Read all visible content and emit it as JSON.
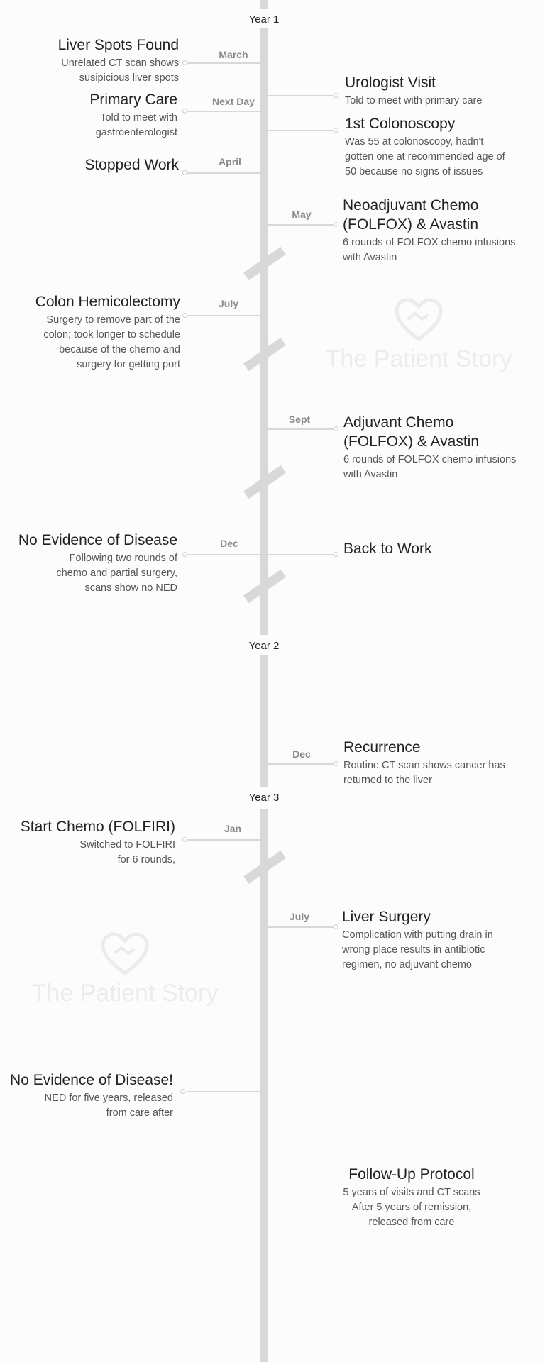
{
  "years": [
    "Year 1",
    "Year 2",
    "Year 3"
  ],
  "months": [
    "March",
    "Next Day",
    "April",
    "May",
    "July",
    "Sept",
    "Dec",
    "Dec",
    "Jan",
    "July"
  ],
  "events_left": [
    {
      "title": "Liver Spots Found",
      "desc": "Unrelated CT scan shows\nsusipicious liver spots"
    },
    {
      "title": "Primary Care",
      "desc": "Told to meet with\ngastroenterologist"
    },
    {
      "title": "Stopped Work",
      "desc": ""
    },
    {
      "title": "Colon Hemicolectomy",
      "desc": "Surgery to remove part of the\ncolon; took longer to schedule\nbecause of the chemo and\nsurgery for getting port"
    },
    {
      "title": "No Evidence of Disease",
      "desc": "Following two rounds of\nchemo and partial surgery,\nscans show no NED"
    },
    {
      "title": "Start Chemo (FOLFIRI)",
      "desc": "Switched to FOLFIRI\nfor 6 rounds,"
    },
    {
      "title": "No Evidence of Disease!",
      "desc": "NED for five years, released\nfrom care after"
    }
  ],
  "events_right": [
    {
      "title": "Urologist Visit",
      "desc": "Told to meet with primary care"
    },
    {
      "title": "1st Colonoscopy",
      "desc": "Was 55 at colonoscopy, hadn't\ngotten one at recommended age of\n50 because no signs of issues"
    },
    {
      "title": "Neoadjuvant Chemo\n(FOLFOX) & Avastin",
      "desc": "6 rounds of FOLFOX chemo infusions\nwith Avastin"
    },
    {
      "title": "Adjuvant Chemo\n(FOLFOX) & Avastin",
      "desc": "6 rounds of FOLFOX chemo infusions\nwith Avastin"
    },
    {
      "title": "Back to Work",
      "desc": ""
    },
    {
      "title": "Recurrence",
      "desc": "Routine CT scan shows cancer has\nreturned to the liver"
    },
    {
      "title": "Liver Surgery",
      "desc": "Complication with putting drain in\nwrong place results in antibiotic\nregimen, no adjuvant chemo"
    },
    {
      "title": "Follow-Up Protocol",
      "desc": "5 years of visits and CT scans\nAfter 5 years of remission,\nreleased from care"
    }
  ],
  "watermark": "The Patient Story"
}
